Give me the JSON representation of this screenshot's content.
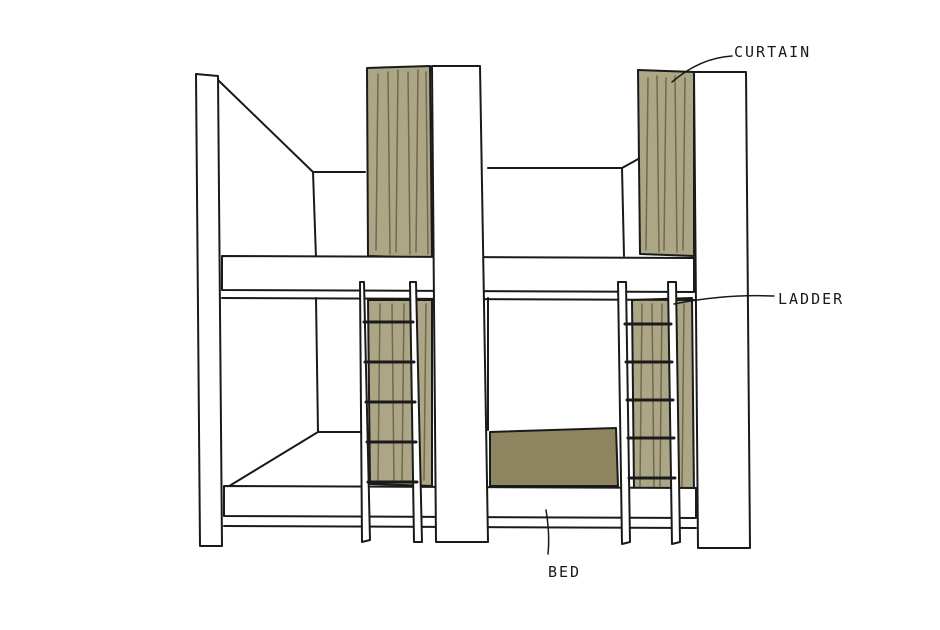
{
  "labels": {
    "curtain": "CURTAIN",
    "ladder": "LADDER",
    "bed": "BED"
  },
  "colors": {
    "line": "#1a1a1a",
    "background": "#ffffff",
    "curtain": "#ada686",
    "curtain_fold": "#6f6a4e",
    "mattress": "#8f8460"
  }
}
